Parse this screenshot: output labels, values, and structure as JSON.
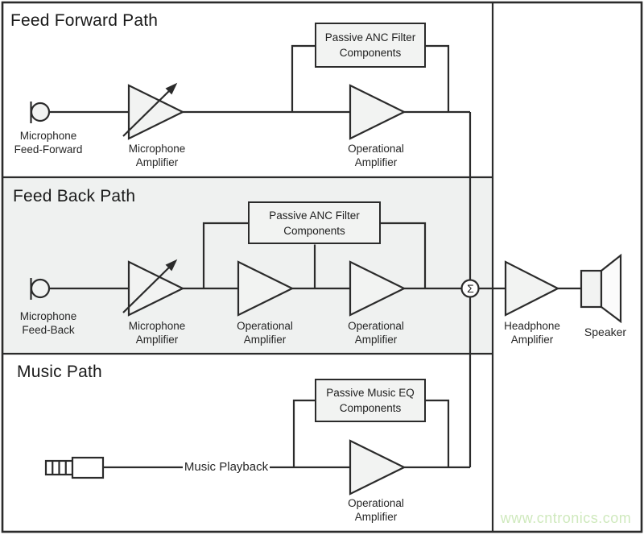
{
  "diagram": {
    "feed_forward": {
      "title": "Feed Forward Path",
      "mic": {
        "line1": "Microphone",
        "line2": "Feed-Forward"
      },
      "mic_amp": {
        "line1": "Microphone",
        "line2": "Amplifier"
      },
      "filter_box": {
        "line1": "Passive ANC Filter",
        "line2": "Components"
      },
      "op_amp": {
        "line1": "Operational",
        "line2": "Amplifier"
      }
    },
    "feed_back": {
      "title": "Feed Back Path",
      "mic": {
        "line1": "Microphone",
        "line2": "Feed-Back"
      },
      "mic_amp": {
        "line1": "Microphone",
        "line2": "Amplifier"
      },
      "filter_box": {
        "line1": "Passive ANC Filter",
        "line2": "Components"
      },
      "op_amp1": {
        "line1": "Operational",
        "line2": "Amplifier"
      },
      "op_amp2": {
        "line1": "Operational",
        "line2": "Amplifier"
      }
    },
    "music": {
      "title": "Music Path",
      "playback_label": "Music Playback",
      "eq_box": {
        "line1": "Passive Music EQ",
        "line2": "Components"
      },
      "op_amp": {
        "line1": "Operational",
        "line2": "Amplifier"
      }
    },
    "output": {
      "sum_symbol": "Σ",
      "headphone_amp": {
        "line1": "Headphone",
        "line2": "Amplifier"
      },
      "speaker_label": "Speaker"
    }
  },
  "watermark": {
    "text": "www.cntronics.com",
    "color": "#cfe9bd"
  },
  "colors": {
    "line": "#2b2b2b",
    "shape_fill": "#f2f3f2",
    "feedback_section_bg": "#eff1f0"
  }
}
